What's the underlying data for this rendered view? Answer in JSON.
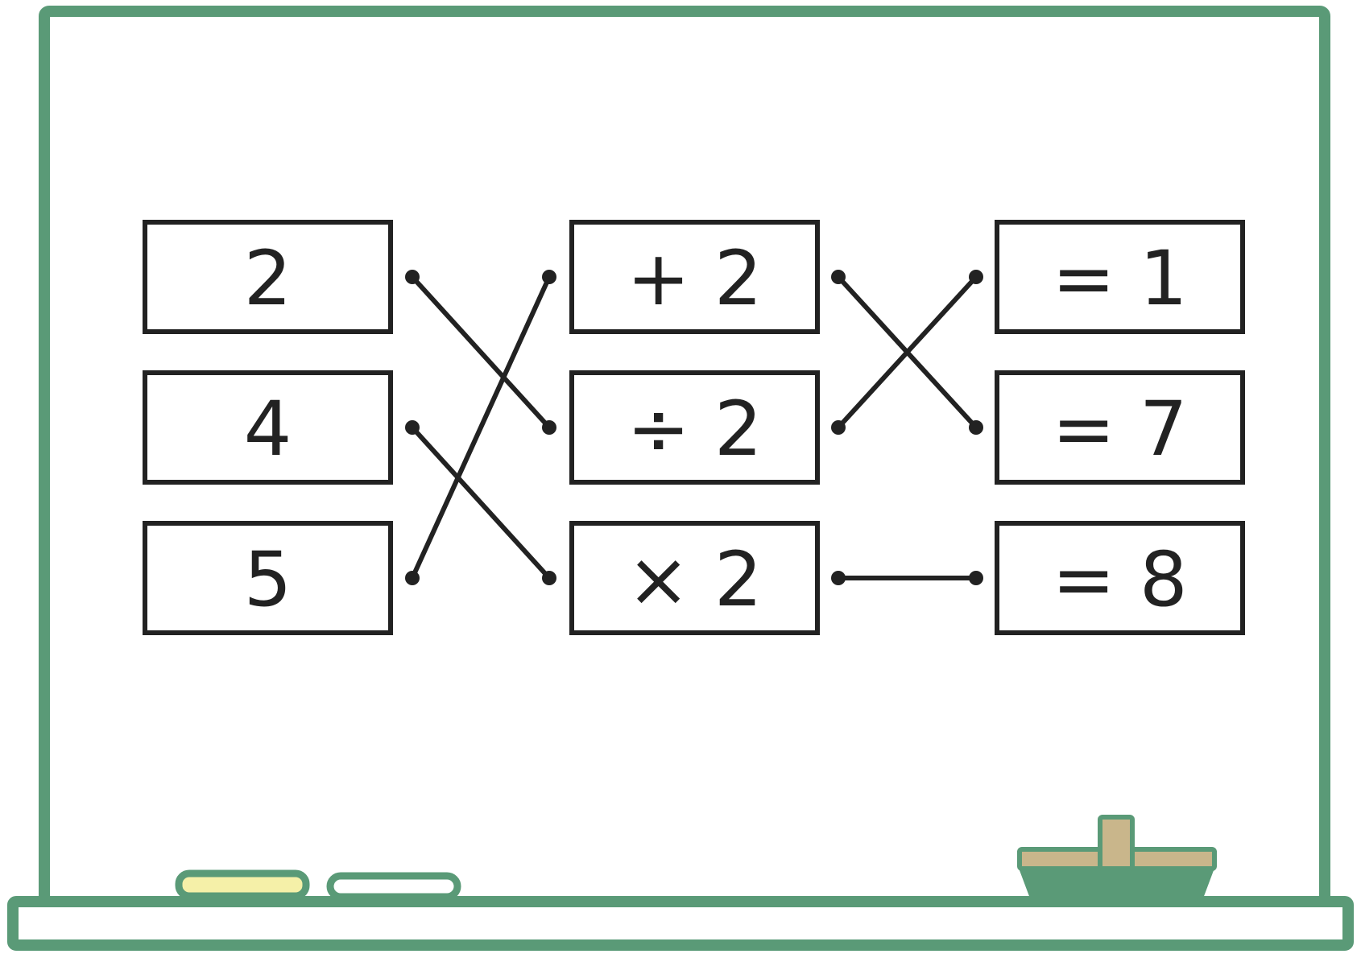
{
  "colors": {
    "frame": "#5a9a77",
    "ink": "#222222",
    "eraser_pad": "#5a9a77",
    "eraser_handle": "#c9b68b",
    "chalk_yellow": "#f5f0a8",
    "chalk_white": "#ffffff"
  },
  "columns": {
    "numbers": [
      "2",
      "4",
      "5"
    ],
    "operations": [
      "+ 2",
      "÷ 2",
      "× 2"
    ],
    "results": [
      "= 1",
      "= 7",
      "= 8"
    ]
  },
  "connections": {
    "numbers_to_operations": [
      {
        "from": "2",
        "to": "÷ 2"
      },
      {
        "from": "4",
        "to": "× 2"
      },
      {
        "from": "5",
        "to": "+ 2"
      }
    ],
    "operations_to_results": [
      {
        "from": "+ 2",
        "to": "= 7"
      },
      {
        "from": "÷ 2",
        "to": "= 1"
      },
      {
        "from": "× 2",
        "to": "= 8"
      }
    ]
  },
  "accessories": {
    "chalk": [
      "chalk-yellow",
      "chalk-white"
    ],
    "eraser": "eraser-icon"
  }
}
